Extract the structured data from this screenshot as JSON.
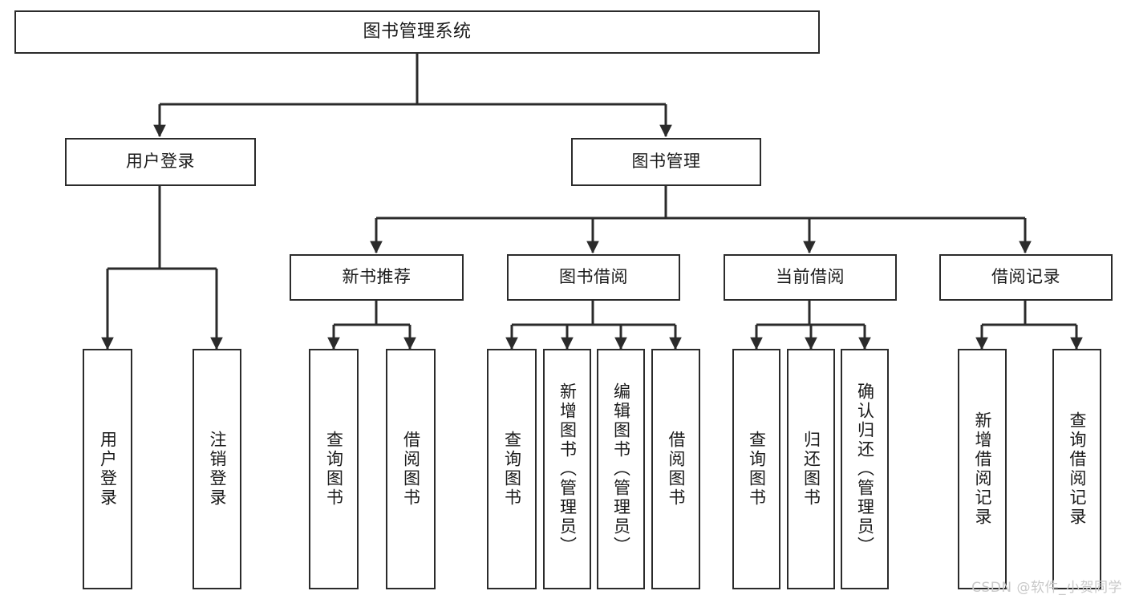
{
  "diagram": {
    "title": "图书管理系统",
    "type": "hierarchy-tree",
    "watermark": "CSDN @软件_小贺同学",
    "colors": {
      "stroke": "#2b2b2b",
      "fill": "#ffffff",
      "text": "#1a1a1a",
      "watermark": "#c9c9c9"
    },
    "nodes": {
      "root": {
        "label": "图书管理系统"
      },
      "level2": [
        {
          "label": "用户登录"
        },
        {
          "label": "图书管理"
        }
      ],
      "level3": [
        {
          "label": "新书推荐"
        },
        {
          "label": "图书借阅"
        },
        {
          "label": "当前借阅"
        },
        {
          "label": "借阅记录"
        }
      ],
      "leaves": {
        "user_login": [
          {
            "label": "用户登录"
          },
          {
            "label": "注销登录"
          }
        ],
        "new_book_recommend": [
          {
            "label": "查询图书"
          },
          {
            "label": "借阅图书"
          }
        ],
        "book_borrow": [
          {
            "label": "查询图书"
          },
          {
            "label": "新增图书（管理员）"
          },
          {
            "label": "编辑图书（管理员）"
          },
          {
            "label": "借阅图书"
          }
        ],
        "current_borrow": [
          {
            "label": "查询图书"
          },
          {
            "label": "归还图书"
          },
          {
            "label": "确认归还（管理员）"
          }
        ],
        "borrow_record": [
          {
            "label": "新增借阅记录"
          },
          {
            "label": "查询借阅记录"
          }
        ]
      }
    }
  }
}
